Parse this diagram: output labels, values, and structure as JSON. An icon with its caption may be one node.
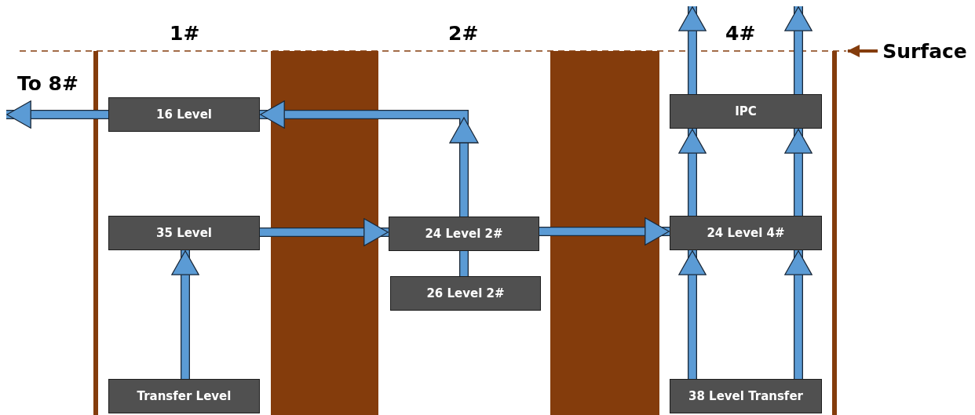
{
  "diagram": {
    "nodes": [
      {
        "text": [
          "16 Level"
        ]
      },
      {
        "text": [
          "35 Level"
        ]
      },
      {
        "text": [
          "Transfer Level"
        ]
      },
      {
        "text": [
          "24 Level 2#"
        ]
      },
      {
        "text": [
          "26 Level 2#"
        ]
      },
      {
        "text": [
          "IPC"
        ]
      },
      {
        "text": [
          "24 Level 4#"
        ]
      },
      {
        "text": [
          "38 Level Transfer"
        ]
      },
      {
        "text": [
          "Surface"
        ]
      }
    ],
    "edges": [
      {
        "from": 2,
        "to": 1,
        "arrow": "to"
      },
      {
        "from": 1,
        "to": 3,
        "arrow": "to"
      },
      {
        "from": 4,
        "to": 3,
        "arrow": "none"
      },
      {
        "from": 3,
        "to": 0,
        "arrow": "to"
      },
      {
        "from": 3,
        "to": 6,
        "arrow": "to"
      },
      {
        "from": 7,
        "to": 6,
        "arrow": "to"
      },
      {
        "from": 7,
        "to": 6,
        "arrow": "to"
      },
      {
        "from": 6,
        "to": 5,
        "arrow": "to"
      },
      {
        "from": 6,
        "to": 5,
        "arrow": "to"
      },
      {
        "from": 5,
        "to": null,
        "arrow": "to"
      },
      {
        "from": 5,
        "to": null,
        "arrow": "to"
      },
      {
        "from": 0,
        "to": null,
        "arrow": "to",
        "label": "To 8#"
      },
      {
        "from": 8,
        "to": null,
        "arrow": "to",
        "color": "#843c0c"
      }
    ],
    "labels": [
      "1#",
      "2#",
      "4#"
    ]
  }
}
